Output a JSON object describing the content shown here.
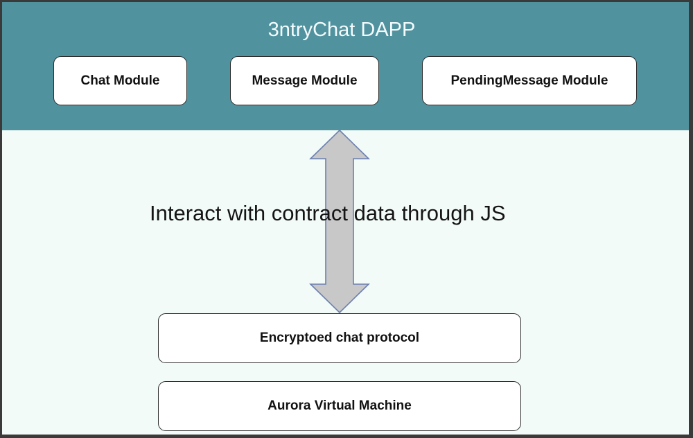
{
  "app": {
    "title": "3ntryChat DAPP"
  },
  "modules": [
    {
      "label": "Chat Module"
    },
    {
      "label": "Message Module"
    },
    {
      "label": "PendingMessage Module"
    }
  ],
  "connector": {
    "label": "Interact with contract data through JS",
    "arrow_fill": "#c8c8c8",
    "arrow_stroke": "#6b7fb0"
  },
  "layers": [
    {
      "label": "Encryptoed chat protocol"
    },
    {
      "label": "Aurora Virtual Machine"
    }
  ],
  "colors": {
    "header_band": "#51929f",
    "canvas_background": "#f2fbf7",
    "box_border": "#2b2b2b"
  }
}
